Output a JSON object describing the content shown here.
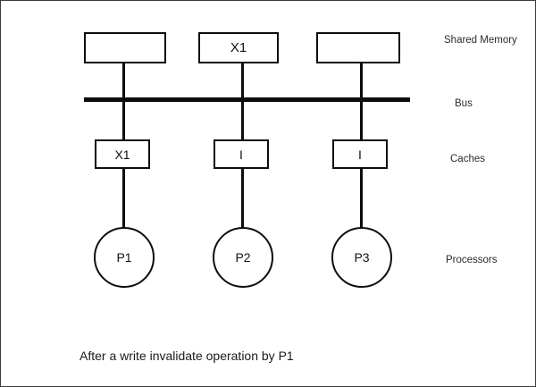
{
  "figure": {
    "caption": "After a write invalidate operation by P1",
    "border_color": "#3b3b3b",
    "stroke_color": "#0d0d0d",
    "background": "#ffffff"
  },
  "side_labels": {
    "shared_memory": "Shared Memory",
    "bus": "Bus",
    "caches": "Caches",
    "processors": "Processors"
  },
  "columns": [
    {
      "id": "col-1",
      "memory_value": "",
      "cache_value": "X1",
      "processor_value": "P1"
    },
    {
      "id": "col-2",
      "memory_value": "X1",
      "cache_value": "I",
      "processor_value": "P2"
    },
    {
      "id": "col-3",
      "memory_value": "",
      "cache_value": "I",
      "processor_value": "P3"
    }
  ]
}
